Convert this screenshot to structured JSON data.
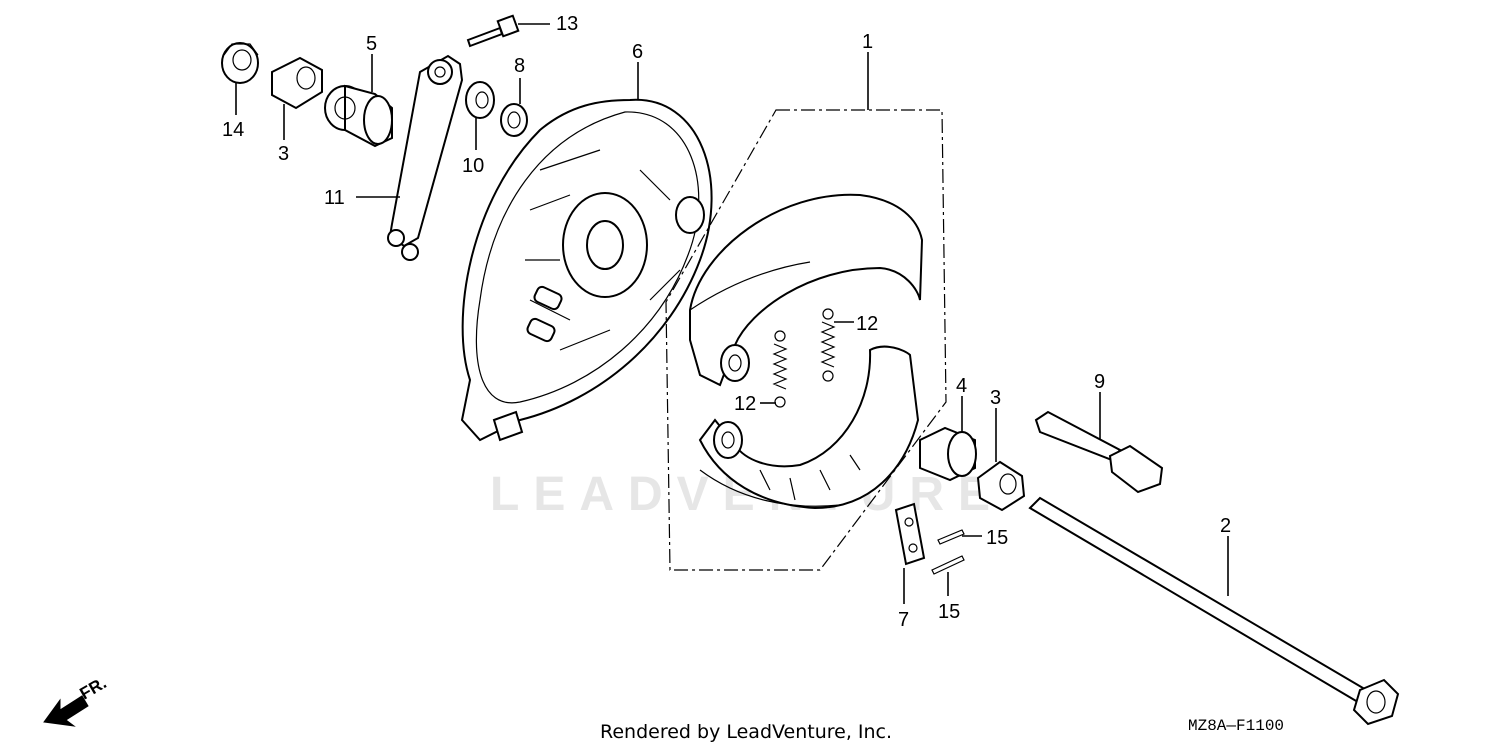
{
  "diagram": {
    "callouts": [
      {
        "id": "c1",
        "text": "1"
      },
      {
        "id": "c2",
        "text": "2"
      },
      {
        "id": "c3a",
        "text": "3"
      },
      {
        "id": "c3b",
        "text": "3"
      },
      {
        "id": "c4",
        "text": "4"
      },
      {
        "id": "c5",
        "text": "5"
      },
      {
        "id": "c6",
        "text": "6"
      },
      {
        "id": "c7",
        "text": "7"
      },
      {
        "id": "c8",
        "text": "8"
      },
      {
        "id": "c9",
        "text": "9"
      },
      {
        "id": "c10",
        "text": "10"
      },
      {
        "id": "c11",
        "text": "11"
      },
      {
        "id": "c12a",
        "text": "12"
      },
      {
        "id": "c12b",
        "text": "12"
      },
      {
        "id": "c13",
        "text": "13"
      },
      {
        "id": "c14",
        "text": "14"
      },
      {
        "id": "c15a",
        "text": "15"
      },
      {
        "id": "c15b",
        "text": "15"
      }
    ],
    "front_indicator": "FR.",
    "watermark": "LEADVENTURE",
    "footer_text": "Rendered by LeadVenture, Inc.",
    "diagram_code": "MZ8A—F1100"
  }
}
